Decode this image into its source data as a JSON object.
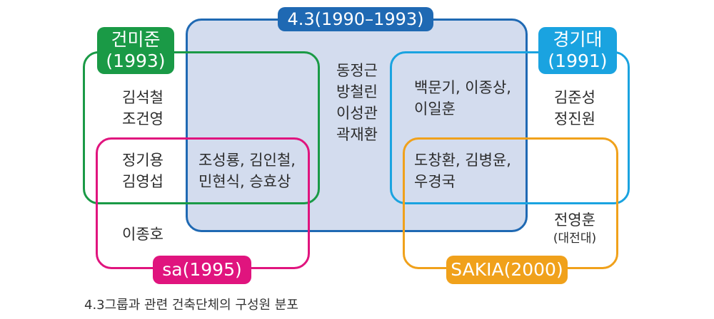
{
  "groups": {
    "g43": {
      "label": "4.3(1990–1993)",
      "color": "#1f69b3",
      "fill": "#d3dcee"
    },
    "gunmijun": {
      "label": "건미준\n(1993)",
      "color": "#1a9a46"
    },
    "gyeonggidae": {
      "label": "경기대\n(1991)",
      "color": "#1aa3e0"
    },
    "sa": {
      "label": "sa(1995)",
      "color": "#e0147e"
    },
    "sakia": {
      "label": "SAKIA(2000)",
      "color": "#f0a11b"
    }
  },
  "members": {
    "gunmijun_only": "김석철\n조건영",
    "gunmijun_sa": "정기용\n김영섭",
    "g43_gunmijun_sa": "조성룡, 김인철,\n민현식, 승효상",
    "sa_only": "이종호",
    "g43_only": "동정근\n방철린\n이성관\n곽재환",
    "g43_gyeonggidae": "백문기, 이종상,\n이일훈",
    "g43_gyeonggidae_sakia": "도창환, 김병윤,\n우경국",
    "gyeonggidae_only": "김준성\n정진원",
    "sakia_only": "전영훈",
    "sakia_only_note": "(대전대)"
  },
  "caption": "4.3그룹과 관련 건축단체의 구성원 분포"
}
